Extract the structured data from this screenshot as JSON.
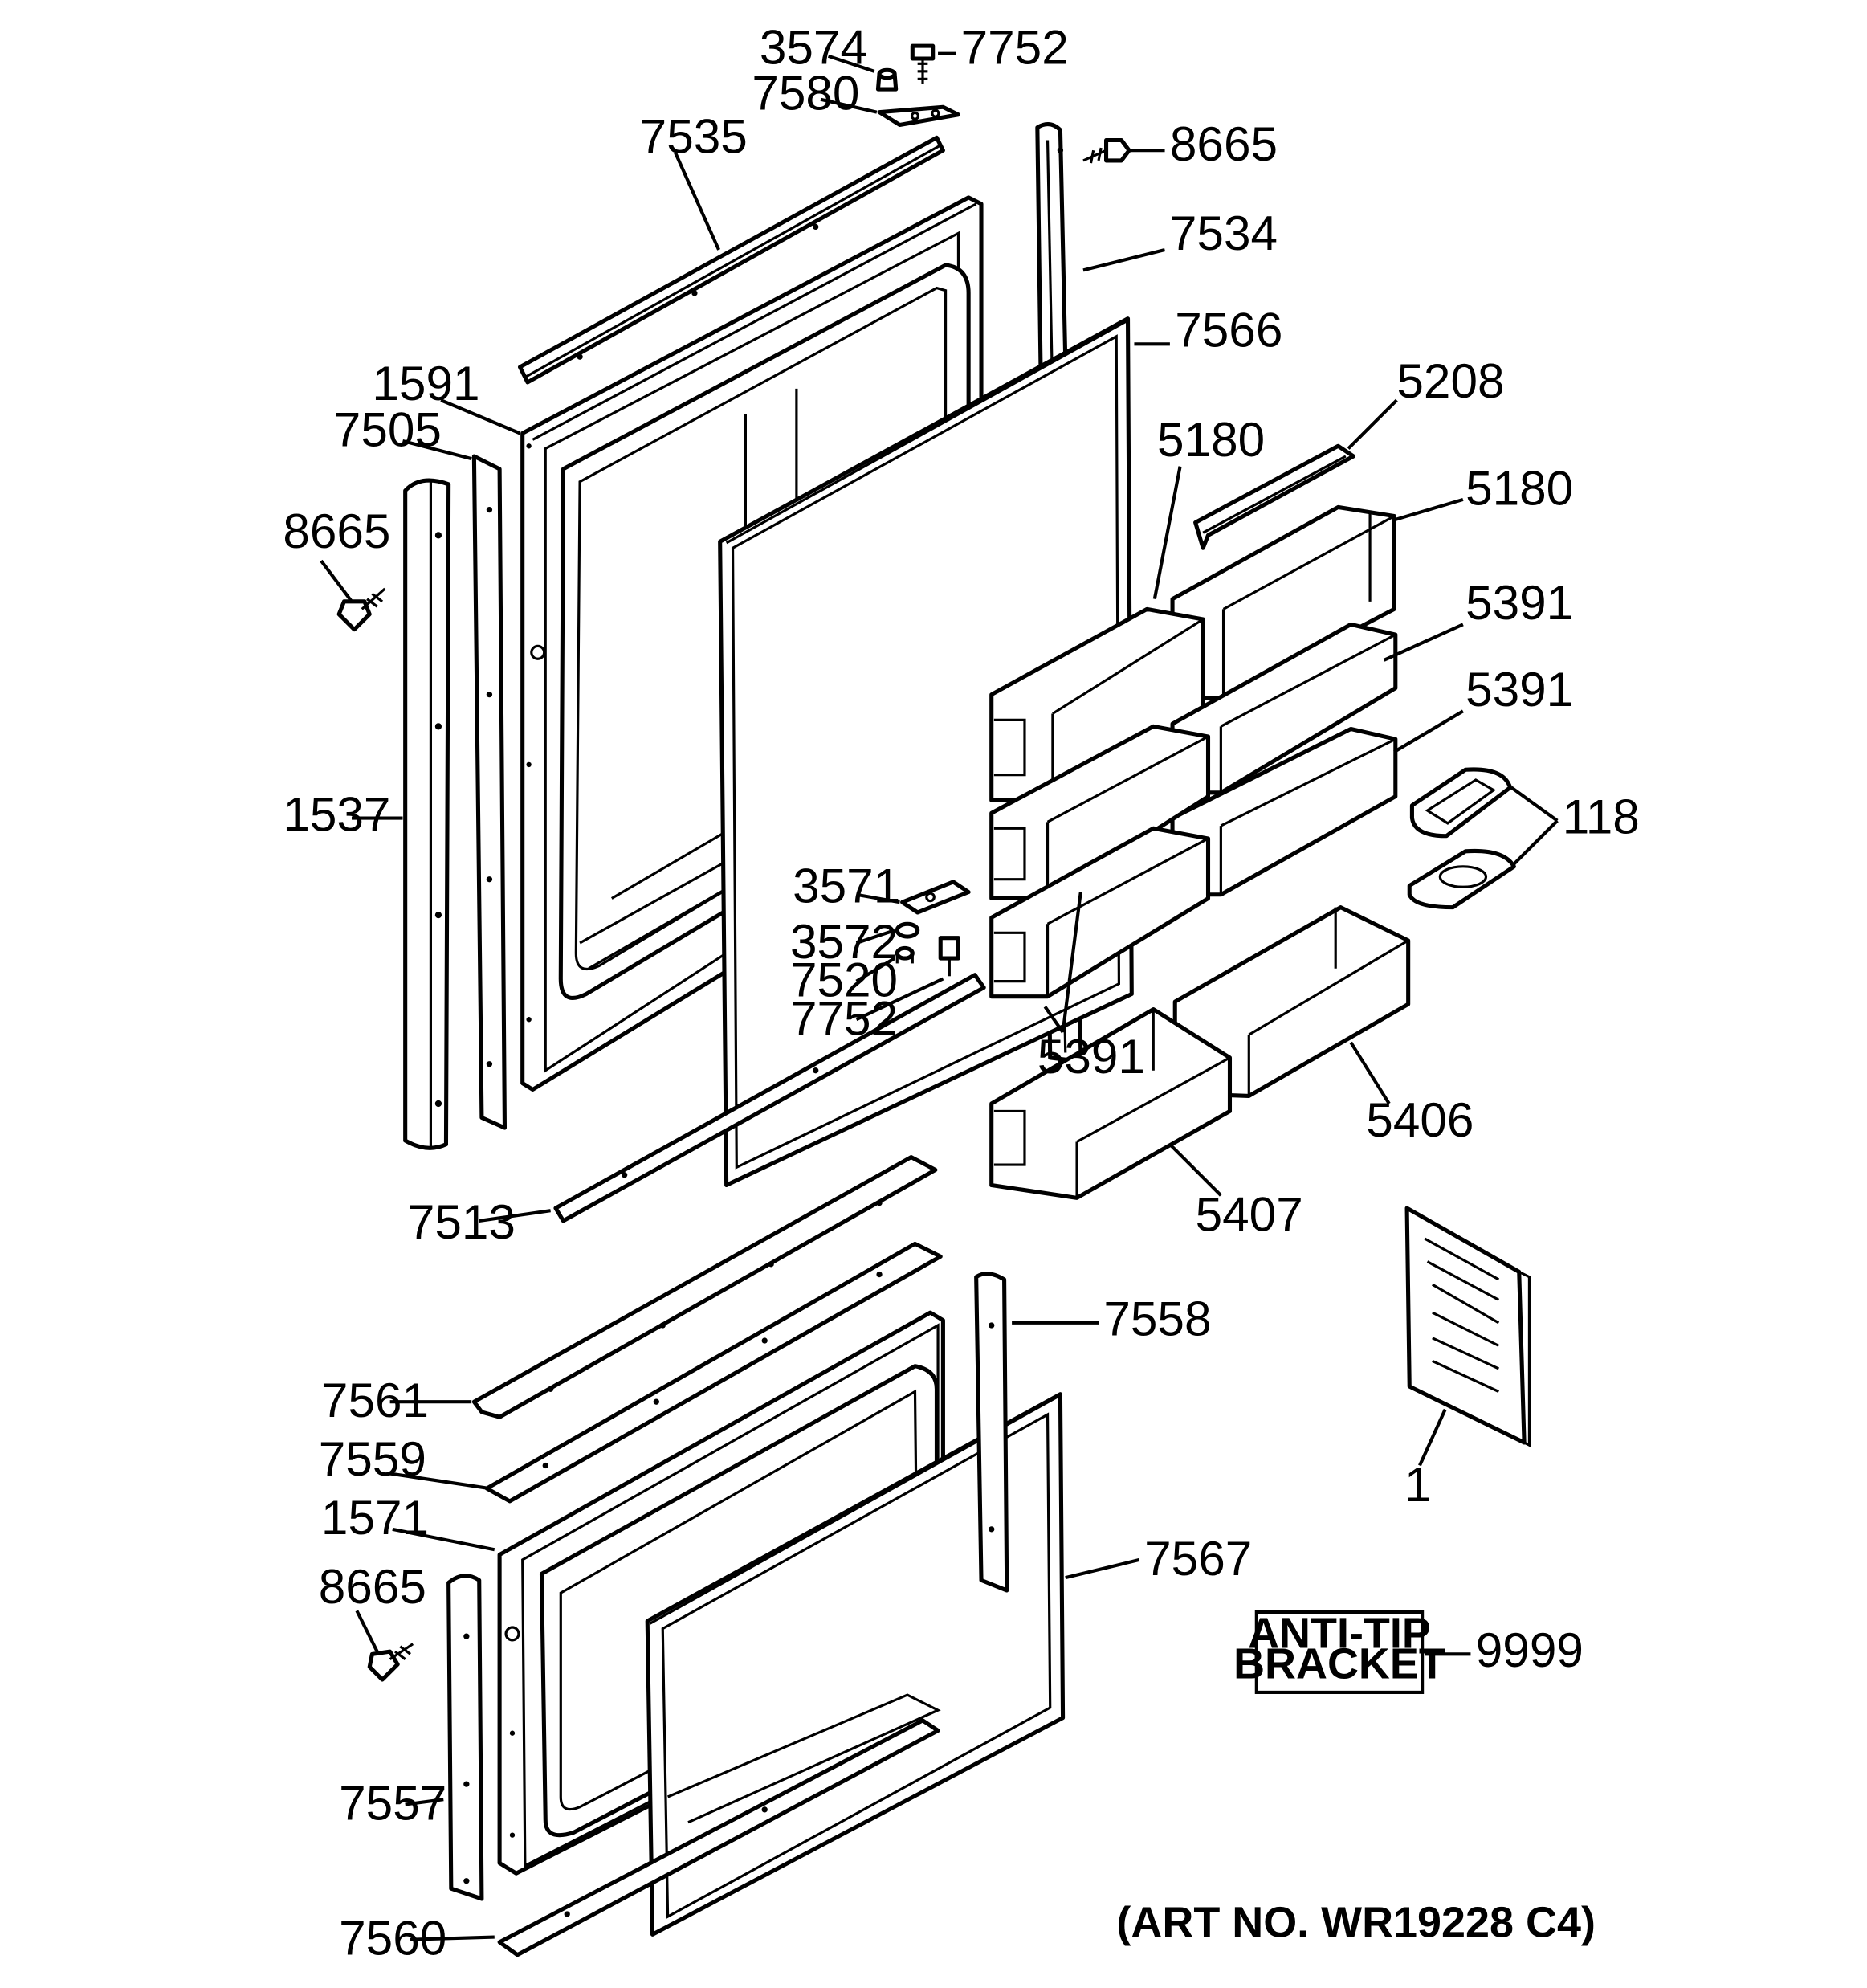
{
  "labels": {
    "p3574": "3574",
    "p7752_top": "7752",
    "p7580": "7580",
    "p7535": "7535",
    "p8665_top": "8665",
    "p7534": "7534",
    "p7566": "7566",
    "p1591": "1591",
    "p7505": "7505",
    "p5208": "5208",
    "p5180_a": "5180",
    "p5180_b": "5180",
    "p8665_left": "8665",
    "p5391_a": "5391",
    "p5391_b": "5391",
    "p118": "118",
    "p1537": "1537",
    "p3571": "3571",
    "p3572": "3572",
    "p7520": "7520",
    "p7752_mid": "7752",
    "p5391_c": "5391",
    "p5406": "5406",
    "p5407": "5407",
    "p7513": "7513",
    "p7558": "7558",
    "p7561": "7561",
    "p7559": "7559",
    "p1": "1",
    "p1571": "1571",
    "p7567": "7567",
    "p8665_bottom": "8665",
    "p9999": "9999",
    "p7557": "7557",
    "p7560": "7560"
  },
  "anti_tip_box": {
    "line1": "ANTI-TIP",
    "line2": "BRACKET"
  },
  "art_number": "(ART NO. WR19228 C4)"
}
